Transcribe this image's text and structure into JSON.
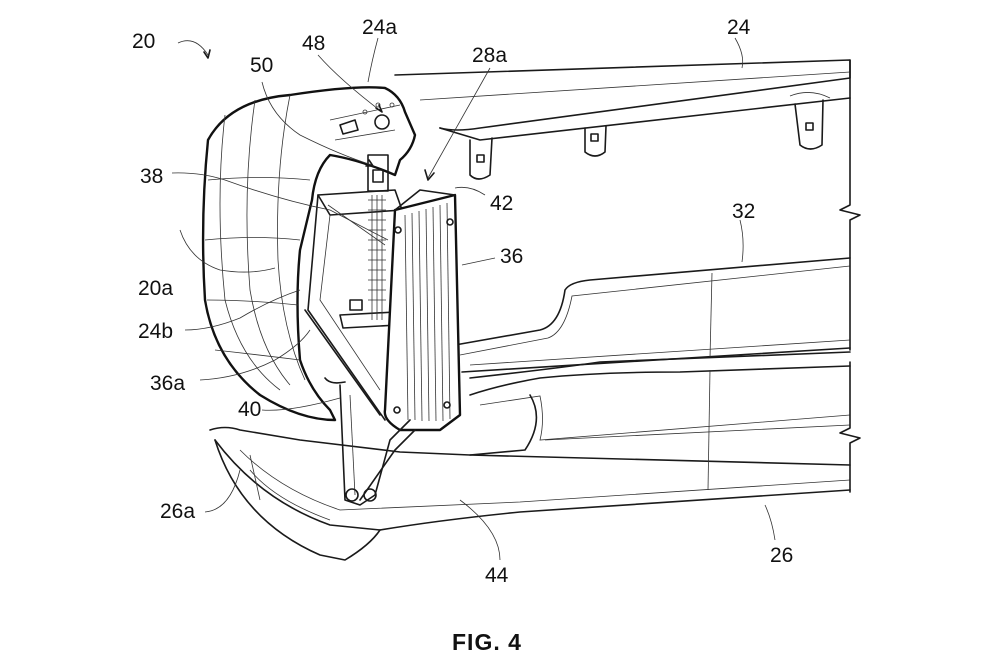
{
  "figure": {
    "caption": "FIG. 4"
  },
  "labels": {
    "l20": "20",
    "l24a": "24a",
    "l24": "24",
    "l48": "48",
    "l50": "50",
    "l28a": "28a",
    "l38": "38",
    "l42": "42",
    "l32": "32",
    "l36": "36",
    "l20a": "20a",
    "l24b": "24b",
    "l36a": "36a",
    "l40": "40",
    "l26a": "26a",
    "l26": "26",
    "l44": "44"
  }
}
